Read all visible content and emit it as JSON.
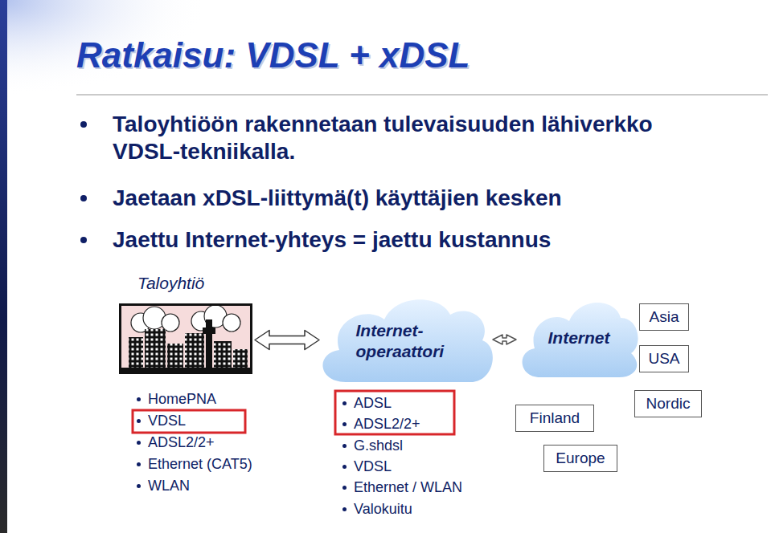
{
  "diagram": {
    "title": "Ratkaisu: VDSL + xDSL",
    "nodes": [
      {
        "text": [
          "Taloyhtiö"
        ]
      },
      {
        "text": [
          "Internet- operaattori"
        ]
      },
      {
        "text": [
          "Internet"
        ]
      },
      {
        "text": [
          "Asia"
        ]
      },
      {
        "text": [
          "USA"
        ]
      },
      {
        "text": [
          "Nordic"
        ]
      },
      {
        "text": [
          "Finland"
        ]
      },
      {
        "text": [
          "Europe"
        ]
      }
    ],
    "edges": [
      {
        "from": 0,
        "to": 1,
        "arrow": "both"
      },
      {
        "from": 1,
        "to": 2,
        "arrow": "both"
      }
    ],
    "labels": [
      "Taloyhtiöön rakennetaan tulevaisuuden lähiverkko VDSL-tekniikalla.",
      "Jaetaan xDSL-liittymä(t) käyttäjien kesken",
      "Jaettu Internet-yhteys = jaettu kustannus",
      "HomePNA",
      "VDSL",
      "ADSL2/2+",
      "Ethernet (CAT5)",
      "WLAN",
      "ADSL",
      "ADSL2/2+",
      "G.shdsl",
      "VDSL",
      "Ethernet / WLAN",
      "Valokuitu"
    ]
  }
}
